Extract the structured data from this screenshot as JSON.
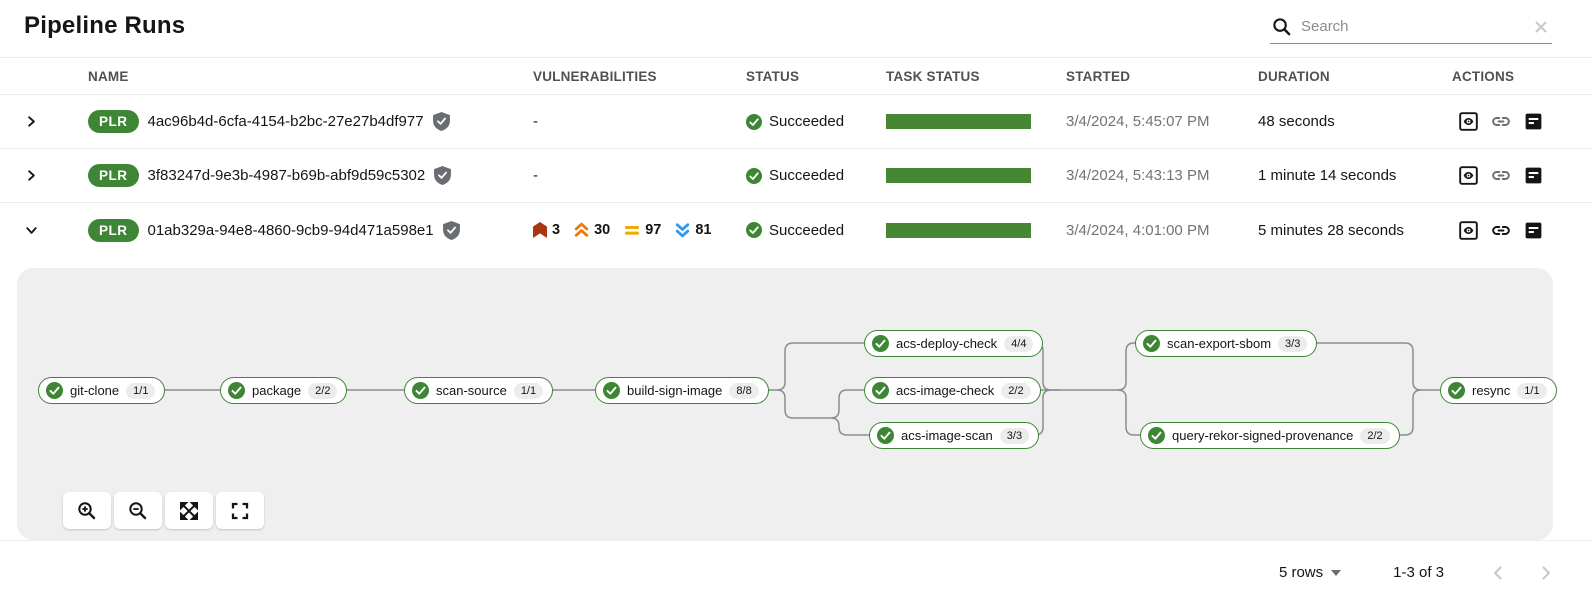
{
  "page": {
    "title": "Pipeline Runs"
  },
  "search": {
    "placeholder": "Search"
  },
  "table": {
    "columns": [
      "NAME",
      "VULNERABILITIES",
      "STATUS",
      "TASK STATUS",
      "STARTED",
      "DURATION",
      "ACTIONS"
    ],
    "rows": [
      {
        "badge": "PLR",
        "name": "4ac96b4d-6cfa-4154-b2bc-27e27b4df977",
        "vulnerabilities": "-",
        "status": "Succeeded",
        "started": "3/4/2024, 5:45:07 PM",
        "duration": "48 seconds"
      },
      {
        "badge": "PLR",
        "name": "3f83247d-9e3b-4987-b69b-abf9d59c5302",
        "vulnerabilities": "-",
        "status": "Succeeded",
        "started": "3/4/2024, 5:43:13 PM",
        "duration": "1 minute 14 seconds"
      },
      {
        "badge": "PLR",
        "name": "01ab329a-94e8-4860-9cb9-94d471a598e1",
        "vulnerabilities": {
          "critical": "3",
          "high": "30",
          "medium": "97",
          "low": "81"
        },
        "status": "Succeeded",
        "started": "3/4/2024, 4:01:00 PM",
        "duration": "5 minutes 28 seconds"
      }
    ]
  },
  "pipeline_graph": {
    "tasks": [
      {
        "label": "git-clone",
        "badge": "1/1"
      },
      {
        "label": "package",
        "badge": "2/2"
      },
      {
        "label": "scan-source",
        "badge": "1/1"
      },
      {
        "label": "build-sign-image",
        "badge": "8/8"
      },
      {
        "label": "acs-deploy-check",
        "badge": "4/4"
      },
      {
        "label": "acs-image-check",
        "badge": "2/2"
      },
      {
        "label": "acs-image-scan",
        "badge": "3/3"
      },
      {
        "label": "scan-export-sbom",
        "badge": "3/3"
      },
      {
        "label": "query-rekor-signed-provenance",
        "badge": "2/2"
      },
      {
        "label": "resync",
        "badge": "1/1"
      }
    ]
  },
  "footer": {
    "rows_per_page": "5 rows",
    "range": "1-3 of 3"
  },
  "colors": {
    "success": "#3E8635",
    "task_bar": "#478633",
    "critical": "#A93611",
    "high": "#EC7A08",
    "medium": "#F0AB00",
    "low": "#2B9AF3",
    "graph_line": "#8a8d90"
  }
}
